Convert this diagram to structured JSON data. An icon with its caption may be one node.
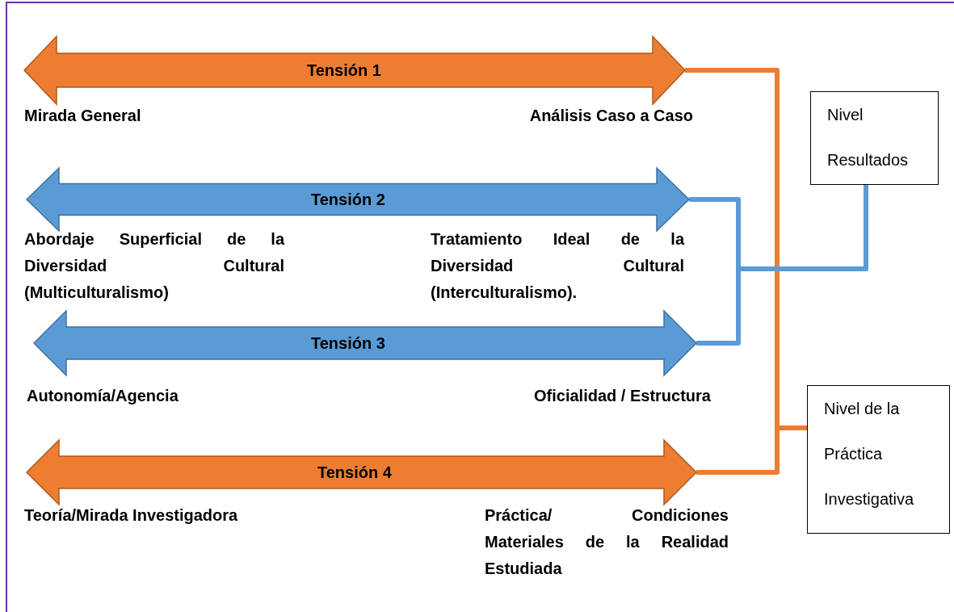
{
  "diagram": {
    "nodes": [
      {
        "text": [
          "Tensión 1"
        ],
        "beside": [
          "Mirada General",
          "Análisis Caso a Caso"
        ]
      },
      {
        "text": [
          "Nivel Resultados"
        ]
      },
      {
        "text": [
          "Tensión 2"
        ],
        "beside": [
          "Abordaje Superficial de la Diversidad Cultural (Multiculturalismo)",
          "Tratamiento Ideal de la Diversidad Cultural (Interculturalismo)."
        ]
      },
      {
        "text": [
          "Tensión 3"
        ],
        "beside": [
          "Autonomía/Agencia",
          "Oficialidad / Estructura"
        ]
      },
      {
        "text": [
          "Nivel de la Práctica Investigativa"
        ]
      },
      {
        "text": [
          "Tensión 4"
        ],
        "beside": [
          "Teoría/Mirada Investigadora",
          "Práctica/ Condiciones Materiales de la Realidad Estudiada"
        ]
      }
    ],
    "edges": [
      {
        "from": 0,
        "to": 4,
        "arrow": "none",
        "color": "#ed7d31"
      },
      {
        "from": 5,
        "to": 4,
        "arrow": "none",
        "color": "#ed7d31"
      },
      {
        "from": 2,
        "to": 1,
        "arrow": "none",
        "color": "#5b9bd5"
      },
      {
        "from": 3,
        "to": 1,
        "arrow": "none",
        "color": "#5b9bd5"
      }
    ]
  }
}
